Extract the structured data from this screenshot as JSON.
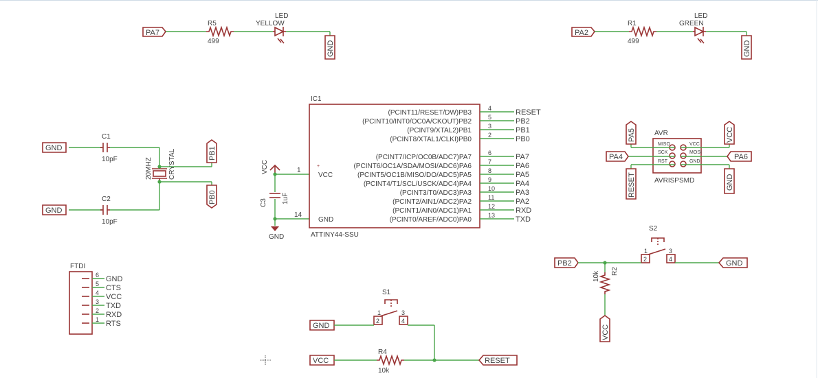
{
  "schematic": {
    "led_yellow": {
      "port": "PA7",
      "res_name": "R5",
      "res_value": "499",
      "led_name": "LED",
      "led_color": "YELLOW",
      "gnd": "GND"
    },
    "led_green": {
      "port": "PA2",
      "res_name": "R1",
      "res_value": "499",
      "led_name": "LED",
      "led_color": "GREEN",
      "gnd": "GND"
    },
    "crystal": {
      "gnd1": "GND",
      "gnd2": "GND",
      "c1_name": "C1",
      "c1_value": "10pF",
      "c2_name": "C2",
      "c2_value": "10pF",
      "xtal_freq": "20MHZ",
      "xtal_name": "CRYSTAL",
      "pb1": "PB1",
      "pb0": "PB0"
    },
    "power": {
      "vcc": "VCC",
      "c3_name": "C3",
      "c3_value": "1uF",
      "gnd": "GND"
    },
    "ic": {
      "name": "IC1",
      "part": "ATTINY44-SSU",
      "left_pins": [
        {
          "num": "1",
          "label": "VCC"
        },
        {
          "num": "14",
          "label": "GND"
        }
      ],
      "right_pins": [
        {
          "num": "4",
          "func": "(PCINT11/RESET/DW)PB3",
          "net": "RESET"
        },
        {
          "num": "5",
          "func": "(PCINT10/INT0/OC0A/CKOUT)PB2",
          "net": "PB2"
        },
        {
          "num": "3",
          "func": "(PCINT9/XTAL2)PB1",
          "net": "PB1"
        },
        {
          "num": "2",
          "func": "(PCINT8/XTAL1/CLKI)PB0",
          "net": "PB0"
        },
        {
          "num": "6",
          "func": "(PCINT7/ICP/OC0B/ADC7)PA7",
          "net": "PA7"
        },
        {
          "num": "7",
          "func": "(PCINT6/OC1A/SDA/MOSI/ADC6)PA6",
          "net": "PA6"
        },
        {
          "num": "8",
          "func": "(PCINT5/OC1B/MISO/DO/ADC5)PA5",
          "net": "PA5"
        },
        {
          "num": "9",
          "func": "(PCINT4/T1/SCL/USCK/ADC4)PA4",
          "net": "PA4"
        },
        {
          "num": "10",
          "func": "(PCINT3/T0/ADC3)PA3",
          "net": "PA3"
        },
        {
          "num": "11",
          "func": "(PCINT2/AIN1/ADC2)PA2",
          "net": "PA2"
        },
        {
          "num": "12",
          "func": "(PCINT1/AIN0/ADC1)PA1",
          "net": "RXD"
        },
        {
          "num": "13",
          "func": "(PCINT0/AREF/ADC0)PA0",
          "net": "TXD"
        }
      ]
    },
    "avr": {
      "name": "AVR",
      "part": "AVRISPSMD",
      "pins": {
        "miso": "MISO",
        "vcc": "VCC",
        "sck": "SCK",
        "mosi": "MOSI",
        "rst": "RST",
        "gnd": "GND"
      },
      "pa5": "PA5",
      "vcc": "VCC",
      "pa4": "PA4",
      "pa6": "PA6",
      "reset": "RESET",
      "gnd": "GND"
    },
    "ftdi": {
      "name": "FTDI",
      "pins": [
        {
          "num": "6",
          "label": "GND"
        },
        {
          "num": "5",
          "label": "CTS"
        },
        {
          "num": "4",
          "label": "VCC"
        },
        {
          "num": "3",
          "label": "TXD"
        },
        {
          "num": "2",
          "label": "RXD"
        },
        {
          "num": "1",
          "label": "RTS"
        }
      ]
    },
    "s1": {
      "name": "S1",
      "gnd": "GND",
      "vcc": "VCC",
      "r4_name": "R4",
      "r4_value": "10k",
      "reset": "RESET",
      "pin1": "1",
      "pin2": "2",
      "pin3": "3",
      "pin4": "4"
    },
    "s2": {
      "name": "S2",
      "pb2": "PB2",
      "gnd": "GND",
      "r2_name": "R2",
      "r2_value": "10k",
      "vcc": "VCC",
      "pin1": "1",
      "pin2": "2",
      "pin3": "3",
      "pin4": "4"
    }
  },
  "colors": {
    "wire": "#4aa64a",
    "part": "#993333",
    "text": "#404040",
    "background": "#ffffff"
  }
}
